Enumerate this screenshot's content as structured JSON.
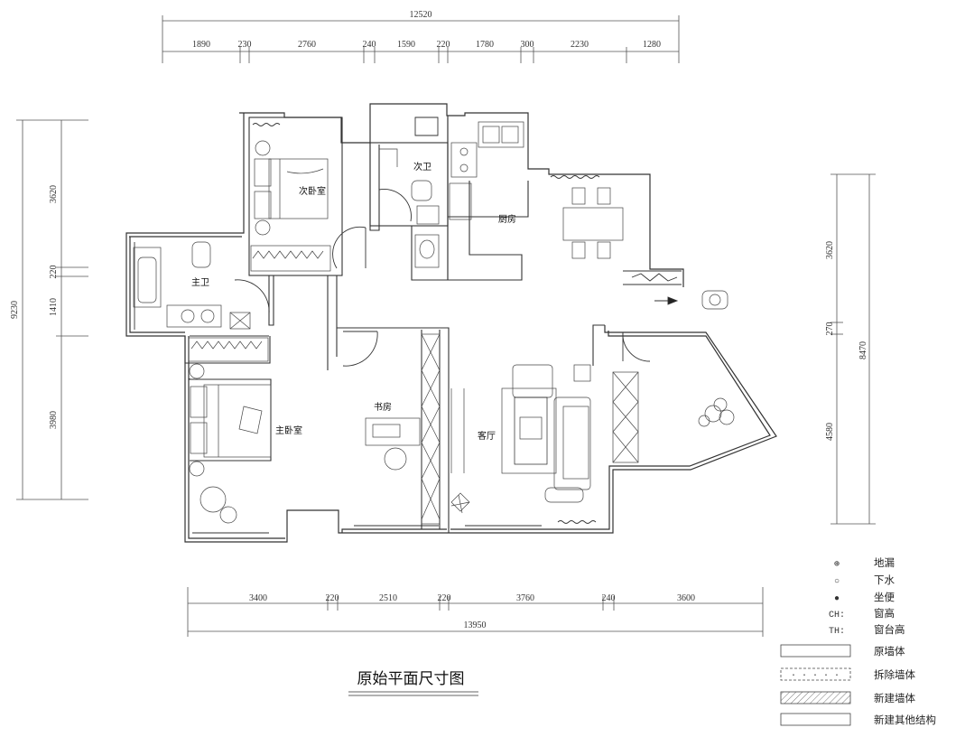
{
  "diagram": {
    "title": "原始平面尺寸图",
    "top_dims": {
      "total": "12520",
      "segments": [
        "1890",
        "230",
        "2760",
        "240",
        "1590",
        "220",
        "1780",
        "300",
        "2230",
        "1280"
      ]
    },
    "bottom_dims": {
      "total": "13950",
      "segments": [
        "3400",
        "220",
        "2510",
        "220",
        "3760",
        "240",
        "3600"
      ]
    },
    "left_dims": {
      "total": "9230",
      "segments": [
        "3620",
        "220",
        "1410",
        "3980"
      ]
    },
    "right_dims": {
      "total": "8470",
      "segments": [
        "3620",
        "270",
        "4580"
      ]
    },
    "rooms": {
      "second_bedroom": "次卧室",
      "second_bath": "次卫",
      "kitchen": "厨房",
      "master_bath": "主卫",
      "study": "书房",
      "living": "客厅",
      "master_bedroom": "主卧室"
    },
    "legend": [
      {
        "symbol": "⊕",
        "label": "地漏"
      },
      {
        "symbol": "○",
        "label": "下水"
      },
      {
        "symbol": "●",
        "label": "坐便"
      },
      {
        "symbol": "CH:",
        "label": "窗高"
      },
      {
        "symbol": "TH:",
        "label": "窗台高"
      },
      {
        "symbol": "",
        "label": "原墙体"
      },
      {
        "symbol": "",
        "label": "拆除墙体"
      },
      {
        "symbol": "",
        "label": "新建墙体"
      },
      {
        "symbol": "",
        "label": "新建其他结构"
      }
    ]
  }
}
